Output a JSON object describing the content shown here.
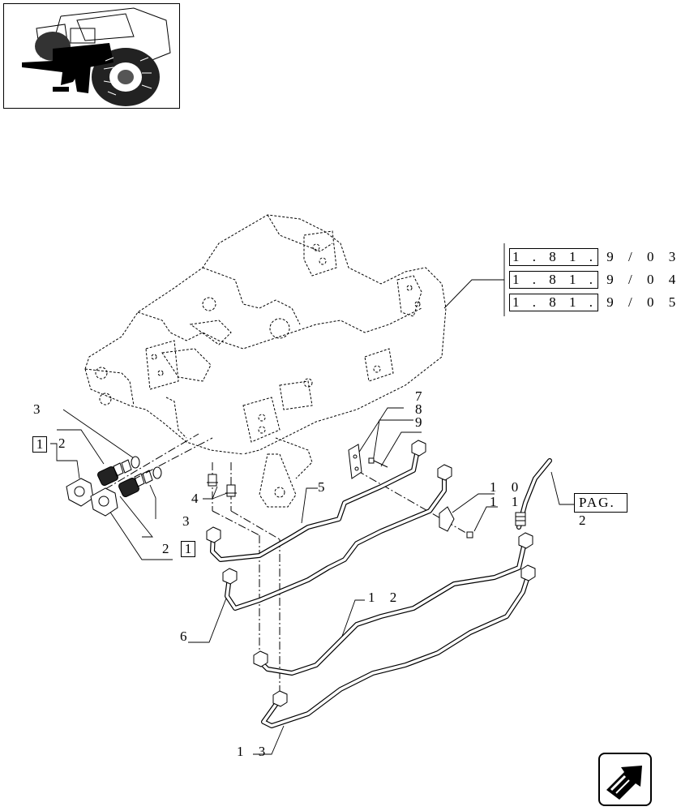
{
  "labels": {
    "l3a": "3",
    "l2a": "2",
    "l3b": "3",
    "l4": "4",
    "l2b": "2",
    "l5": "5",
    "l6": "6",
    "l7": "7",
    "l8": "8",
    "l9": "9",
    "l10": "1 0",
    "l11": "1 1",
    "l12": "1 2",
    "l13": "1 3"
  },
  "boxed": {
    "b1a": "1",
    "b1b": "1"
  },
  "references": [
    {
      "box": "1 . 8 1 .",
      "tail": "9 / 0 3"
    },
    {
      "box": "1 . 8 1 .",
      "tail": "9 / 0 4"
    },
    {
      "box": "1 . 8 1 .",
      "tail": "9 / 0 5"
    }
  ],
  "page_ref": "PAG. 2",
  "icons": {
    "thumbnail": "tractor-thumbnail-icon",
    "nav": "next-page-arrow-icon"
  }
}
